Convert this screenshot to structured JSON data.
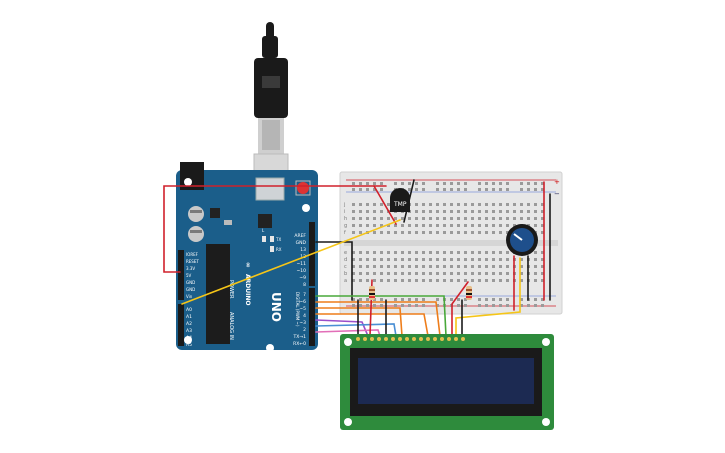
{
  "canvas": {
    "background": "#ffffff"
  },
  "arduino": {
    "board_color": "#1b5e8a",
    "brand": "ARDUINO",
    "model": "UNO",
    "section_power": "POWER",
    "section_analog": "ANALOG IN",
    "section_digital": "DIGITAL (PWM ~)",
    "power_pins": [
      "IOREF",
      "RESET",
      "3.3V",
      "5V",
      "GND",
      "GND",
      "Vin"
    ],
    "analog_pins": [
      "A0",
      "A1",
      "A2",
      "A3",
      "A4",
      "A5"
    ],
    "top_pins": [
      "AREF",
      "GND",
      "13",
      "12",
      "~11",
      "~10",
      "~9",
      "8"
    ],
    "bottom_pins": [
      "7",
      "~6",
      "~5",
      "4",
      "~3",
      "2",
      "TX→1",
      "RX←0"
    ],
    "leds": [
      "L",
      "TX",
      "RX"
    ]
  },
  "usb_cable": {
    "color": "#1a1a1a"
  },
  "breadboard": {
    "color": "#e7e7e7",
    "rail_plus": "+",
    "rail_minus": "−",
    "row_letters_top": [
      "j",
      "i",
      "h",
      "g",
      "f"
    ],
    "row_letters_bottom": [
      "e",
      "d",
      "c",
      "b",
      "a"
    ]
  },
  "components": {
    "temp_sensor_label": "TMP",
    "potentiometer": "potentiometer",
    "resistors": [
      "resistor-1",
      "resistor-2"
    ]
  },
  "lcd": {
    "pcb_color": "#2e8b3c",
    "screen_color": "#1c2a52",
    "pin_count": 16
  },
  "wires": {
    "red": "#d0212b",
    "black": "#1a1a1a",
    "yellow": "#f5c518",
    "green": "#48a83a",
    "orange": "#ee7d1a",
    "purple": "#9b4fc9",
    "blue": "#4a8fd4",
    "pink": "#e26fb8",
    "brown": "#8b5a2b"
  }
}
